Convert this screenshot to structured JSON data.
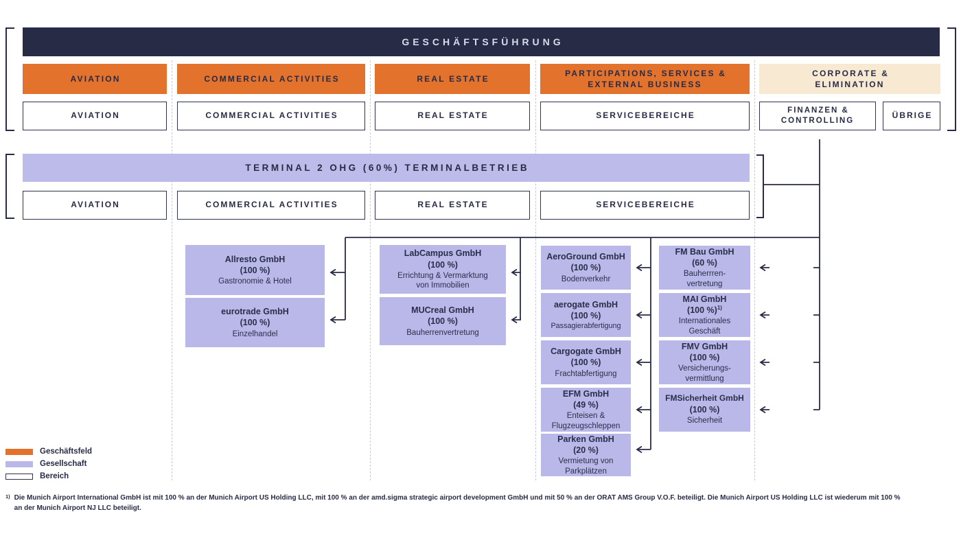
{
  "header": {
    "title": "GESCHÄFTSFÜHRUNG"
  },
  "business_fields": [
    {
      "label": "AVIATION"
    },
    {
      "label": "COMMERCIAL ACTIVITIES"
    },
    {
      "label": "REAL ESTATE"
    },
    {
      "label": "PARTICIPATIONS, SERVICES &\nEXTERNAL BUSINESS"
    },
    {
      "label": "CORPORATE &\nELIMINATION"
    }
  ],
  "divisions_row1": [
    "AVIATION",
    "COMMERCIAL ACTIVITIES",
    "REAL ESTATE",
    "SERVICEBEREICHE",
    "FINANZEN &\nCONTROLLING",
    "ÜBRIGE"
  ],
  "terminal": {
    "label": "TERMINAL 2 OHG (60%) TERMINALBETRIEB"
  },
  "divisions_row2": [
    "AVIATION",
    "COMMERCIAL ACTIVITIES",
    "REAL ESTATE",
    "SERVICEBEREICHE"
  ],
  "companies": {
    "commercial": [
      {
        "name": "Allresto GmbH",
        "share": "(100 %)",
        "desc": "Gastronomie & Hotel"
      },
      {
        "name": "eurotrade GmbH",
        "share": "(100 %)",
        "desc": "Einzelhandel"
      }
    ],
    "real_estate": [
      {
        "name": "LabCampus GmbH",
        "share": "(100 %)",
        "desc": "Errichtung & Vermarktung\nvon Immobilien"
      },
      {
        "name": "MUCreal GmbH",
        "share": "(100 %)",
        "desc": "Bauherrenvertretung"
      }
    ],
    "services": [
      {
        "name": "AeroGround GmbH",
        "share": "(100 %)",
        "desc": "Bodenverkehr"
      },
      {
        "name": "aerogate GmbH",
        "share": "(100 %)",
        "desc": "Passagierabfertigung"
      },
      {
        "name": "Cargogate GmbH",
        "share": "(100 %)",
        "desc": "Frachtabfertigung"
      },
      {
        "name": "EFM GmbH",
        "share": "(49 %)",
        "desc": "Enteisen &\nFlugzeugschleppen"
      },
      {
        "name": "Parken GmbH",
        "share": "(20 %)",
        "desc": "Vermietung von\nParkplätzen"
      }
    ],
    "participations": [
      {
        "name": "FM Bau GmbH",
        "share": "(60 %)",
        "desc": "Bauherrren-\nvertretung"
      },
      {
        "name": "MAI GmbH",
        "share": "(100 %)",
        "share_sup": "1)",
        "desc": "Internationales\nGeschäft"
      },
      {
        "name": "FMV GmbH",
        "share": "(100 %)",
        "desc": "Versicherungs-\nvermittlung"
      },
      {
        "name": "FMSicherheit GmbH",
        "share": "(100 %)",
        "desc": "Sicherheit"
      }
    ]
  },
  "legend": [
    {
      "label": "Geschäftsfeld"
    },
    {
      "label": "Gesellschaft"
    },
    {
      "label": "Bereich"
    }
  ],
  "footnote": {
    "marker": "1)",
    "line1": "Die Munich Airport International GmbH ist mit 100 % an der Munich Airport US Holding LLC, mit 100 % an der amd.sigma strategic airport development GmbH und mit 50 % an der ORAT AMS Group V.O.F. beteiligt. Die Munich Airport US Holding LLC ist wiederum mit 100 %",
    "line2": "an der Munich Airport NJ LLC beteiligt."
  },
  "colors": {
    "navy": "#272b45",
    "orange": "#e2722c",
    "lavender": "#b9b8e8",
    "cream": "#f8e9d3"
  }
}
